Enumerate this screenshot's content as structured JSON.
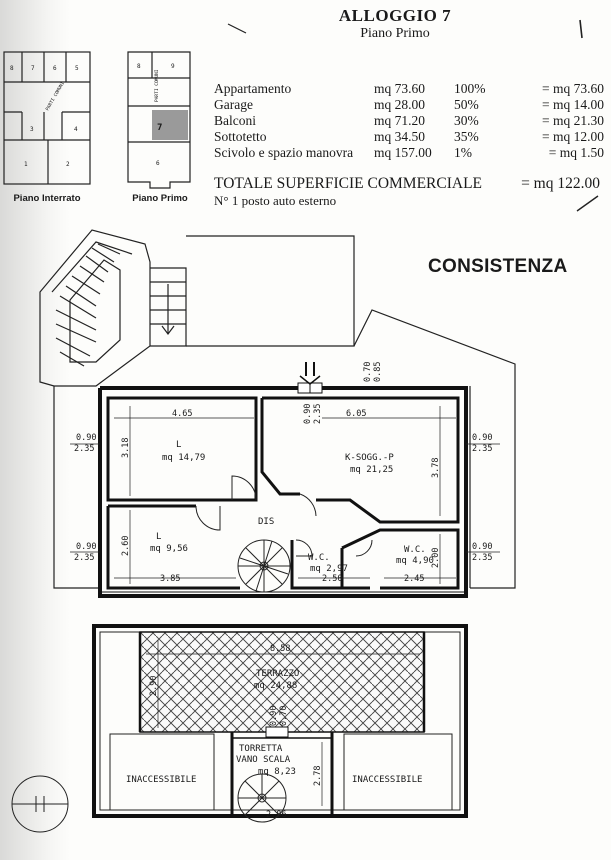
{
  "header": {
    "title": "ALLOGGIO 7",
    "subtitle": "Piano Primo"
  },
  "keyplans": {
    "interrato_caption": "Piano Interrato",
    "primo_caption": "Piano Primo",
    "interrato_cells": [
      "8",
      "7",
      "6",
      "5",
      "PARTI COMUNI",
      "3",
      "4",
      "1",
      "2"
    ],
    "primo_cells": [
      "8",
      "9",
      "PARTI COMUNI",
      "7",
      "6"
    ]
  },
  "areas": [
    {
      "name": "Appartamento",
      "mq": "mq 73.60",
      "pct": "100%",
      "result": "= mq 73.60"
    },
    {
      "name": "Garage",
      "mq": "mq 28.00",
      "pct": "50%",
      "result": "= mq 14.00"
    },
    {
      "name": "Balconi",
      "mq": "mq 71.20",
      "pct": "30%",
      "result": "= mq 21.30"
    },
    {
      "name": "Sottotetto",
      "mq": "mq 34.50",
      "pct": "35%",
      "result": "= mq 12.00"
    },
    {
      "name": "Scivolo e spazio manovra",
      "mq": "mq 157.00",
      "pct": "1%",
      "result": "= mq 1.50"
    }
  ],
  "total": {
    "label": "TOTALE SUPERFICIE COMMERCIALE",
    "value": "= mq 122.00"
  },
  "note": "N° 1 posto auto esterno",
  "section_heading": "CONSISTENZA",
  "plan": {
    "rooms": {
      "l1_name": "L",
      "l1_area": "mq 14,79",
      "k_name": "K-SOGG.-P",
      "k_area": "mq 21,25",
      "l2_name": "L",
      "l2_area": "mq 9,56",
      "dis": "DIS",
      "wc1_name": "W.C.",
      "wc1_area": "mq 2,97",
      "wc2_name": "W.C.",
      "wc2_area": "mq 4,90"
    },
    "dims": {
      "d465": "4.65",
      "d605": "6.05",
      "d318": "3.18",
      "d378": "3.78",
      "d260": "2.60",
      "d200": "2.00",
      "d385": "3.85",
      "d250": "2.50",
      "d245": "2.45",
      "w090": "0.90",
      "w235": "2.35",
      "w070": "0.70",
      "w085": "0.85"
    }
  },
  "roof": {
    "terrace_name": "TERRAZZO",
    "terrace_area": "mq 24,88",
    "d858": "8.58",
    "d290": "2.90",
    "d278": "2.78",
    "d286": "2.86",
    "w090": "0.90",
    "w070": "0.70",
    "tower_l1": "TORRETTA",
    "tower_l2": "VANO SCALA",
    "tower_area": "mq 8,23",
    "inacc_left": "INACCESSIBILE",
    "inacc_right": "INACCESSIBILE"
  }
}
